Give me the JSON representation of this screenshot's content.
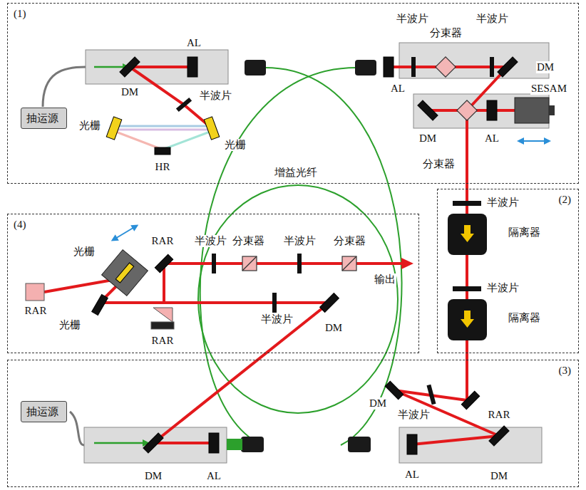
{
  "diagram": {
    "nodes": [
      {
        "text": [
          "(1)"
        ]
      },
      {
        "text": [
          "抽运源"
        ],
        "in": 0
      },
      {
        "text": [
          "(2)"
        ]
      },
      {
        "text": [
          "(4)"
        ]
      },
      {
        "text": [
          "(3)"
        ]
      },
      {
        "text": [
          "抽运源"
        ],
        "in": 4
      }
    ],
    "labels": [
      "DM",
      "AL",
      "半波片",
      "光栅",
      "光栅",
      "HR",
      "半波片",
      "分束器",
      "半波片",
      "DM",
      "AL",
      "SESAM",
      "DM",
      "AL",
      "分束器",
      "增益光纤",
      "半波片",
      "隔离器",
      "半波片",
      "隔离器",
      "RAR",
      "半波片",
      "分束器",
      "半波片",
      "分束器",
      "输出",
      "RAR",
      "光栅",
      "光栅",
      "RAR",
      "半波片",
      "DM",
      "DM",
      "AL",
      "AL",
      "DM",
      "DM",
      "半波片",
      "RAR"
    ]
  }
}
